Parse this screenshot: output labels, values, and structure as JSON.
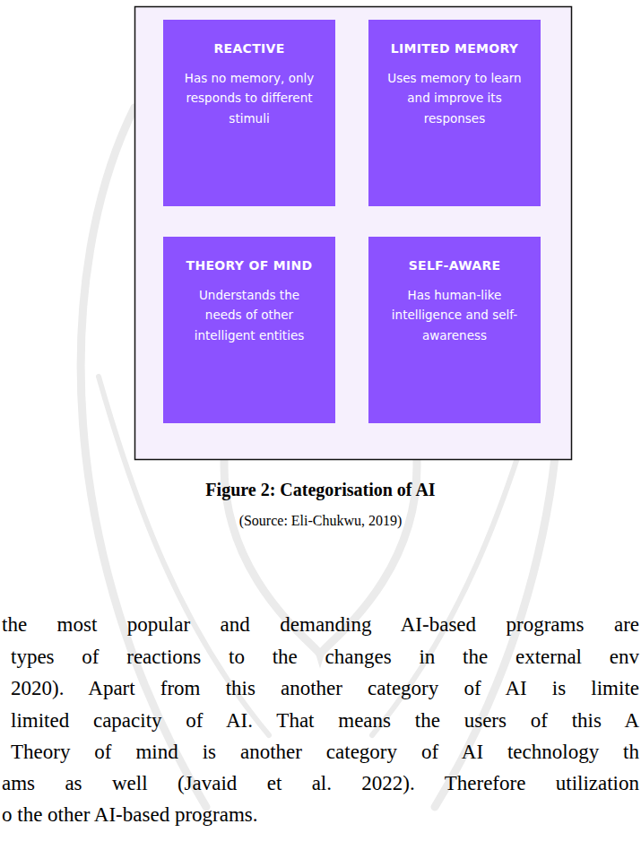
{
  "diagram": {
    "caption": "Figure 2: Categorisation of AI",
    "nodes": [
      {
        "text": [
          "REACTIVE",
          "Has no memory, only responds to different stimuli"
        ]
      },
      {
        "text": [
          "LIMITED MEMORY",
          "Uses memory to learn and improve its responses"
        ]
      },
      {
        "text": [
          "THEORY OF MIND",
          "Understands the needs of other intelligent entities"
        ]
      },
      {
        "text": [
          "SELF-AWARE",
          "Has human-like intelligence and self-awareness"
        ]
      }
    ],
    "labels": [
      "(Source: Eli-Chukwu, 2019)",
      "the most popular and demanding AI-based programs are",
      "types of reactions to the changes in the external env",
      "2020). Apart from this another category of AI is limite",
      "limited capacity of AI. That means the users of this A",
      "Theory of mind is another category of AI technology th",
      "ams as well (Javaid et al. 2022). Therefore utilization",
      "o the other AI-based programs."
    ]
  }
}
